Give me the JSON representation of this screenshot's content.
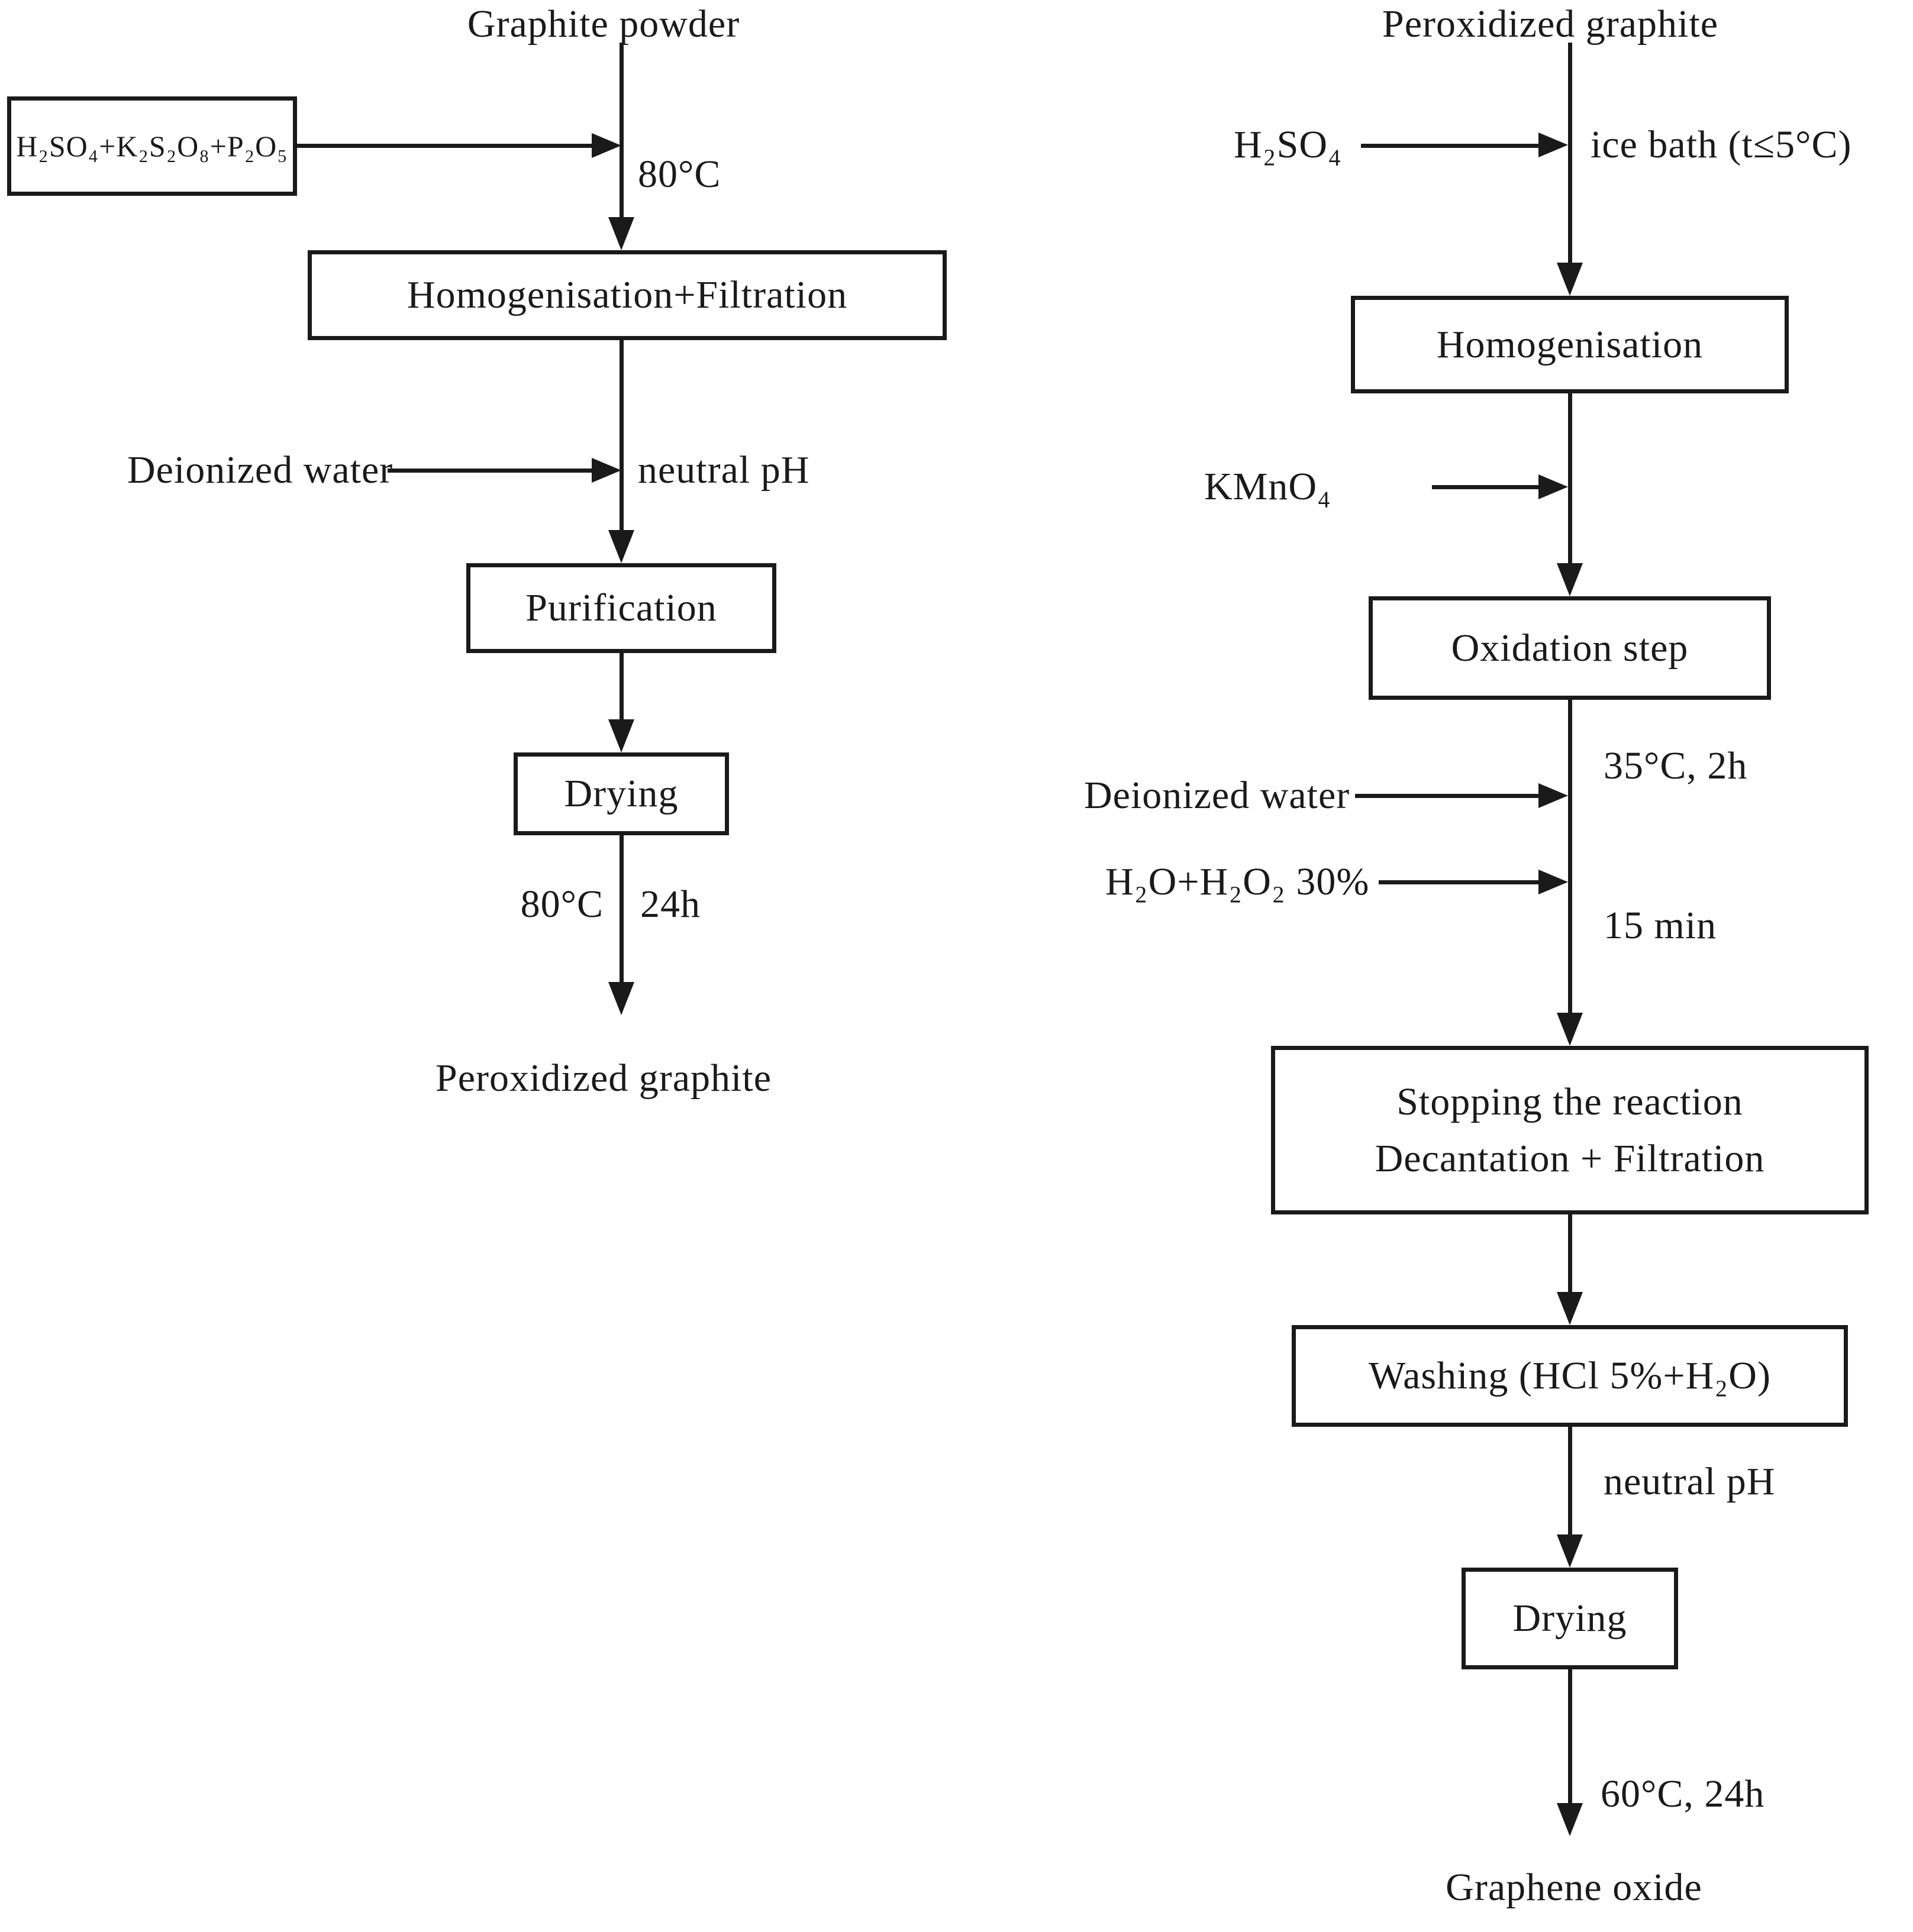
{
  "left": {
    "title": "Graphite powder",
    "reagents": "H₂SO₄+K₂S₂O₈+P₂O₅",
    "temp1": "80°C",
    "homogenisation": "Homogenisation+Filtration",
    "deionized": "Deionized water",
    "neutral_ph": "neutral pH",
    "purification": "Purification",
    "drying": "Drying",
    "drying_temp": "80°C",
    "drying_time": "24h",
    "product": "Peroxidized graphite"
  },
  "right": {
    "title": "Peroxidized graphite",
    "h2so4": "H₂SO₄",
    "ice_bath": "ice bath (t≤5°C)",
    "homogenisation": "Homogenisation",
    "kmno4": "KMnO₄",
    "oxidation": "Oxidation step",
    "oxidation_cond": "35°C, 2h",
    "deionized": "Deionized water",
    "h2o2": "H₂O+H₂O₂ 30%",
    "duration": "15 min",
    "stopping_line1": "Stopping the reaction",
    "stopping_line2": "Decantation + Filtration",
    "washing": "Washing (HCl 5%+H₂O)",
    "neutral_ph": "neutral pH",
    "drying": "Drying",
    "drying_cond": "60°C, 24h",
    "product": "Graphene oxide"
  },
  "colors": {
    "ink": "#1a1a1a",
    "background": "#ffffff"
  }
}
